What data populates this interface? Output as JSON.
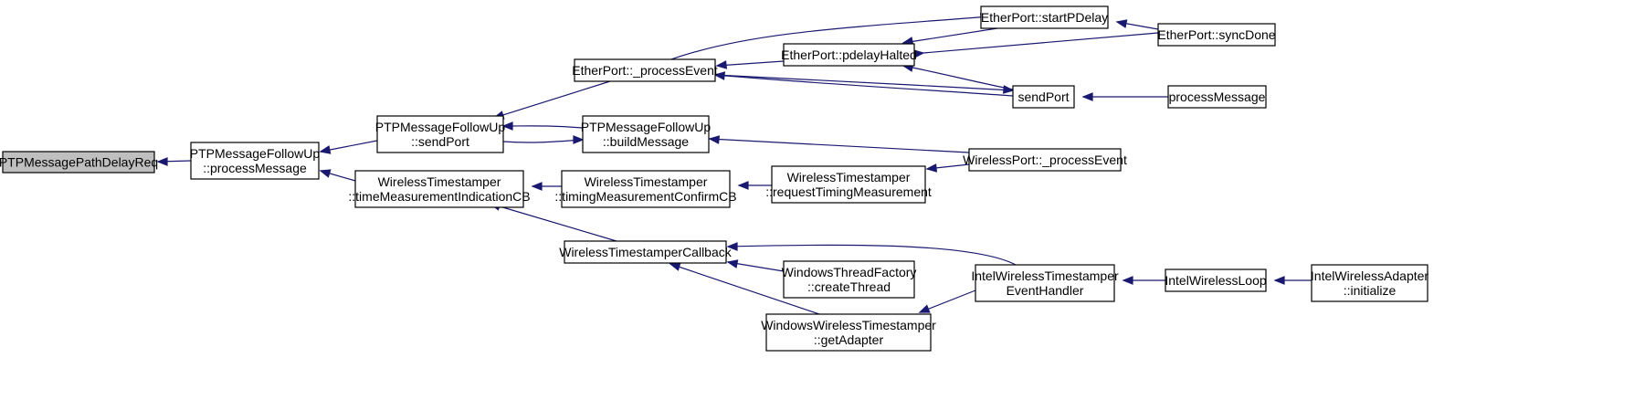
{
  "diagram": {
    "colors": {
      "edge": "#191970",
      "root_fill": "#bfbfbf",
      "node_fill": "#ffffff",
      "border": "#000000"
    },
    "nodes": [
      {
        "id": "n_root",
        "lines": [
          "PTPMessagePathDelayReq"
        ],
        "root": true
      },
      {
        "id": "n_fu_pm",
        "lines": [
          "PTPMessageFollowUp",
          "::processMessage"
        ]
      },
      {
        "id": "n_fu_sp",
        "lines": [
          "PTPMessageFollowUp",
          "::sendPort"
        ]
      },
      {
        "id": "n_wt_tmi",
        "lines": [
          "WirelessTimestamper",
          "::timeMeasurementIndicationCB"
        ]
      },
      {
        "id": "n_ep_pe",
        "lines": [
          "EtherPort::_processEvent"
        ]
      },
      {
        "id": "n_fu_bm",
        "lines": [
          "PTPMessageFollowUp",
          "::buildMessage"
        ]
      },
      {
        "id": "n_wt_tmc",
        "lines": [
          "WirelessTimestamper",
          "::timingMeasurementConfirmCB"
        ]
      },
      {
        "id": "n_wtcb",
        "lines": [
          "WirelessTimestamperCallback"
        ]
      },
      {
        "id": "n_ep_spd",
        "lines": [
          "EtherPort::startPDelay"
        ]
      },
      {
        "id": "n_ep_ph",
        "lines": [
          "EtherPort::pdelayHalted"
        ]
      },
      {
        "id": "n_wt_rtm",
        "lines": [
          "WirelessTimestamper",
          "::requestTimingMeasurement"
        ]
      },
      {
        "id": "n_wtf_ct",
        "lines": [
          "WindowsThreadFactory",
          "::createThread"
        ]
      },
      {
        "id": "n_wwt_ga",
        "lines": [
          "WindowsWirelessTimestamper",
          "::getAdapter"
        ]
      },
      {
        "id": "n_sendport",
        "lines": [
          "sendPort"
        ]
      },
      {
        "id": "n_wp_pe",
        "lines": [
          "WirelessPort::_processEvent"
        ]
      },
      {
        "id": "n_iwt_eh",
        "lines": [
          "IntelWirelessTimestamper",
          "EventHandler"
        ]
      },
      {
        "id": "n_ep_sd",
        "lines": [
          "EtherPort::syncDone"
        ]
      },
      {
        "id": "n_procmsg",
        "lines": [
          "processMessage"
        ]
      },
      {
        "id": "n_iwl",
        "lines": [
          "IntelWirelessLoop"
        ]
      },
      {
        "id": "n_iwa_init",
        "lines": [
          "IntelWirelessAdapter",
          "::initialize"
        ]
      }
    ]
  }
}
